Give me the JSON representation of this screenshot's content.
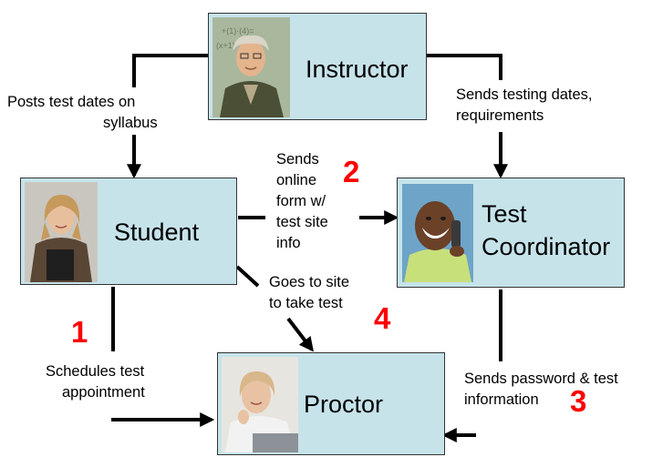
{
  "colors": {
    "node_fill": "#c6e3ea",
    "node_border": "#333333",
    "arrow": "#000000",
    "step_number": "#ff0000"
  },
  "nodes": {
    "instructor": {
      "label": "Instructor",
      "photo": "photo-instructor"
    },
    "student": {
      "label": "Student",
      "photo": "photo-student"
    },
    "coordinator": {
      "label_line1": "Test",
      "label_line2": "Coordinator",
      "photo": "photo-test-coordinator"
    },
    "proctor": {
      "label": "Proctor",
      "photo": "photo-proctor"
    }
  },
  "edges": {
    "instructor_student": {
      "line1": "Posts test dates on",
      "line2": "syllabus"
    },
    "instructor_coordinator": {
      "line1": "Sends testing dates,",
      "line2": "requirements"
    },
    "student_coordinator": {
      "line1": "Sends",
      "line2": "online",
      "line3": "form w/",
      "line4": "test site",
      "line5": "info"
    },
    "student_proctor_visit": {
      "line1": "Goes to site",
      "line2": "to take test"
    },
    "student_proctor_schedule": {
      "line1": "Schedules test",
      "line2": "appointment"
    },
    "coordinator_proctor": {
      "line1": "Sends password & test",
      "line2": "information"
    }
  },
  "steps": {
    "s1": "1",
    "s2": "2",
    "s3": "3",
    "s4": "4"
  }
}
